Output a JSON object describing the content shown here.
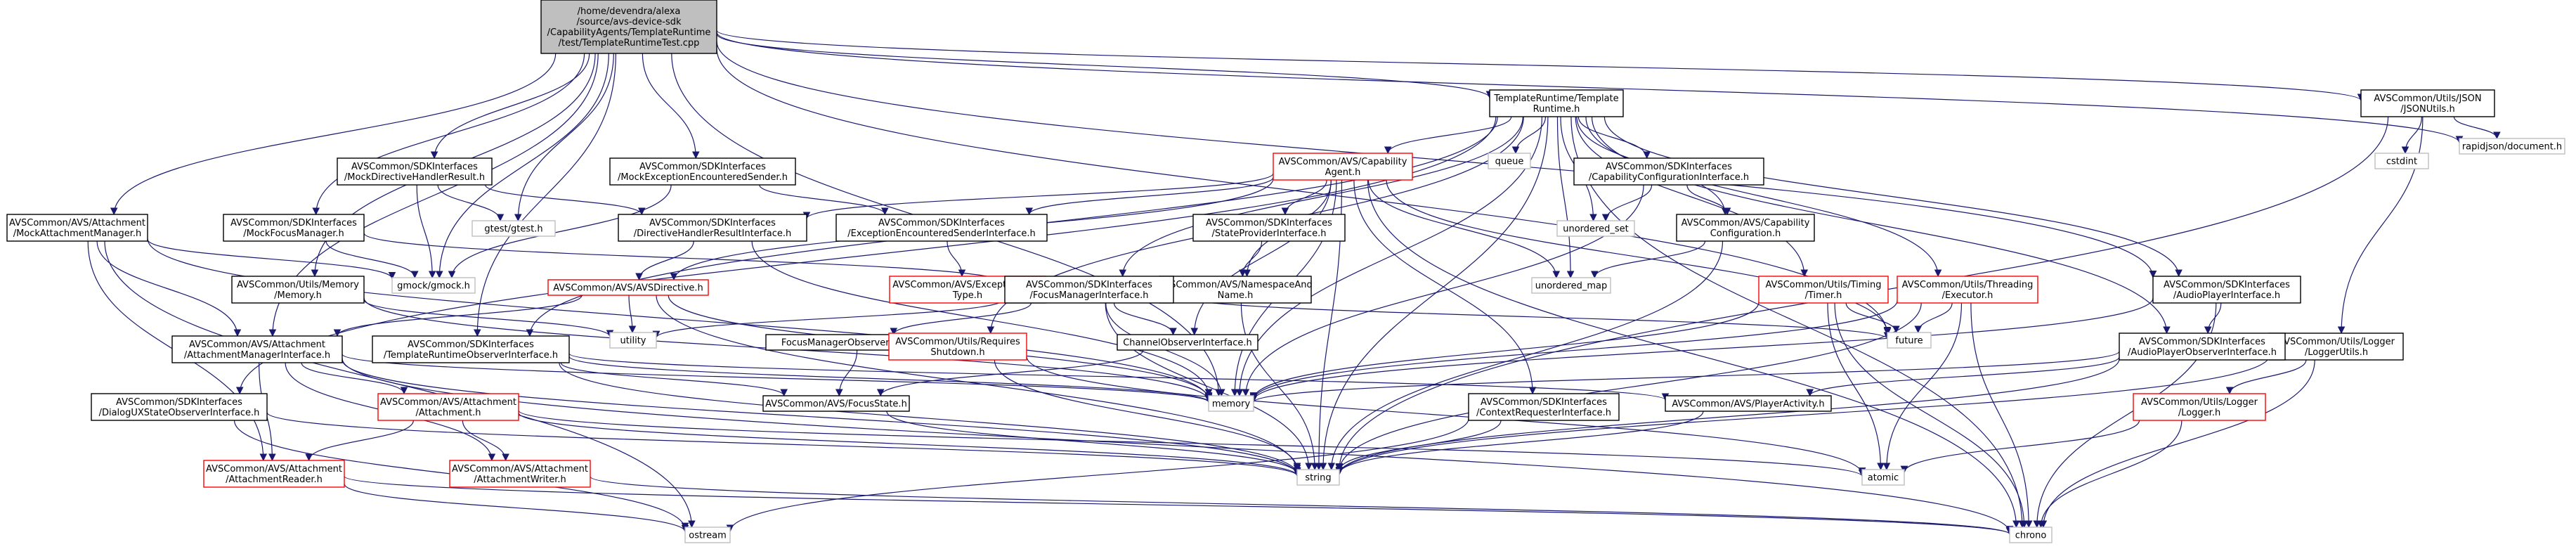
{
  "colors": {
    "edge": "#191970",
    "node_border_default": "#bfbfbf",
    "node_border_documented": "#000000",
    "node_border_incomplete": "#ff0000",
    "root_fill": "#bfbfbf",
    "node_fill": "#ffffff"
  },
  "nodes": [
    {
      "id": "root",
      "lines": [
        "/home/devendra/alexa",
        "/source/avs-device-sdk",
        "/CapabilityAgents/TemplateRuntime",
        "/test/TemplateRuntimeTest.cpp"
      ],
      "style": "root"
    },
    {
      "id": "templateRuntime",
      "lines": [
        "TemplateRuntime/Template",
        "Runtime.h"
      ],
      "style": "documented"
    },
    {
      "id": "jsonUtils",
      "lines": [
        "AVSCommon/Utils/JSON",
        "/JSONUtils.h"
      ],
      "style": "documented"
    },
    {
      "id": "rapidjson",
      "lines": [
        "rapidjson/document.h"
      ],
      "style": "plain"
    },
    {
      "id": "mockAttachmentManager",
      "lines": [
        "AVSCommon/AVS/Attachment",
        "/MockAttachmentManager.h"
      ],
      "style": "documented"
    },
    {
      "id": "mockDirectiveHandlerResult",
      "lines": [
        "AVSCommon/SDKInterfaces",
        "/MockDirectiveHandlerResult.h"
      ],
      "style": "documented"
    },
    {
      "id": "mockExceptionSender",
      "lines": [
        "AVSCommon/SDKInterfaces",
        "/MockExceptionEncounteredSender.h"
      ],
      "style": "documented"
    },
    {
      "id": "gtest",
      "lines": [
        "gtest/gtest.h"
      ],
      "style": "plain"
    },
    {
      "id": "queue",
      "lines": [
        "queue"
      ],
      "style": "plain"
    },
    {
      "id": "capabilityAgent",
      "lines": [
        "AVSCommon/AVS/Capability",
        "Agent.h"
      ],
      "style": "incomplete"
    },
    {
      "id": "capabilityConfigurationInterface",
      "lines": [
        "AVSCommon/SDKInterfaces",
        "/CapabilityConfigurationInterface.h"
      ],
      "style": "documented"
    },
    {
      "id": "cstdint",
      "lines": [
        "cstdint"
      ],
      "style": "plain"
    },
    {
      "id": "mockFocusManager",
      "lines": [
        "AVSCommon/SDKInterfaces",
        "/MockFocusManager.h"
      ],
      "style": "documented"
    },
    {
      "id": "directiveHandlerResultInterface",
      "lines": [
        "AVSCommon/SDKInterfaces",
        "/DirectiveHandlerResultInterface.h"
      ],
      "style": "documented"
    },
    {
      "id": "exceptionSenderInterface",
      "lines": [
        "AVSCommon/SDKInterfaces",
        "/ExceptionEncounteredSenderInterface.h"
      ],
      "style": "documented"
    },
    {
      "id": "stateProviderInterface",
      "lines": [
        "AVSCommon/SDKInterfaces",
        "/StateProviderInterface.h"
      ],
      "style": "documented"
    },
    {
      "id": "unorderedSet",
      "lines": [
        "unordered_set"
      ],
      "style": "plain"
    },
    {
      "id": "capabilityConfiguration",
      "lines": [
        "AVSCommon/AVS/Capability",
        "Configuration.h"
      ],
      "style": "documented"
    },
    {
      "id": "gmock",
      "lines": [
        "gmock/gmock.h"
      ],
      "style": "plain"
    },
    {
      "id": "namespaceAndName",
      "lines": [
        "AVSCommon/AVS/NamespaceAnd",
        "Name.h"
      ],
      "style": "documented"
    },
    {
      "id": "unorderedMap",
      "lines": [
        "unordered_map"
      ],
      "style": "plain"
    },
    {
      "id": "utilsMemory",
      "lines": [
        "AVSCommon/Utils/Memory",
        "/Memory.h"
      ],
      "style": "documented"
    },
    {
      "id": "avsDirective",
      "lines": [
        "AVSCommon/AVS/AVSDirective.h"
      ],
      "style": "incomplete"
    },
    {
      "id": "exceptionErrorType",
      "lines": [
        "AVSCommon/AVS/ExceptionError",
        "Type.h"
      ],
      "style": "incomplete"
    },
    {
      "id": "focusManagerInterface",
      "lines": [
        "AVSCommon/SDKInterfaces",
        "/FocusManagerInterface.h"
      ],
      "style": "documented"
    },
    {
      "id": "timer",
      "lines": [
        "AVSCommon/Utils/Timing",
        "/Timer.h"
      ],
      "style": "incomplete"
    },
    {
      "id": "executor",
      "lines": [
        "AVSCommon/Utils/Threading",
        "/Executor.h"
      ],
      "style": "incomplete"
    },
    {
      "id": "audioPlayerInterface",
      "lines": [
        "AVSCommon/SDKInterfaces",
        "/AudioPlayerInterface.h"
      ],
      "style": "documented"
    },
    {
      "id": "utility",
      "lines": [
        "utility"
      ],
      "style": "plain"
    },
    {
      "id": "future",
      "lines": [
        "future"
      ],
      "style": "plain"
    },
    {
      "id": "loggerUtils",
      "lines": [
        "AVSCommon/Utils/Logger",
        "/LoggerUtils.h"
      ],
      "style": "documented"
    },
    {
      "id": "attachmentManagerInterface",
      "lines": [
        "AVSCommon/AVS/Attachment",
        "/AttachmentManagerInterface.h"
      ],
      "style": "documented"
    },
    {
      "id": "templateRuntimeObserverInterface",
      "lines": [
        "AVSCommon/SDKInterfaces",
        "/TemplateRuntimeObserverInterface.h"
      ],
      "style": "documented"
    },
    {
      "id": "focusManagerObserverInterface",
      "lines": [
        "FocusManagerObserverInterface.h"
      ],
      "style": "documented"
    },
    {
      "id": "requiresShutdown",
      "lines": [
        "AVSCommon/Utils/Requires",
        "Shutdown.h"
      ],
      "style": "incomplete"
    },
    {
      "id": "channelObserverInterface",
      "lines": [
        "ChannelObserverInterface.h"
      ],
      "style": "documented"
    },
    {
      "id": "audioPlayerObserverInterface",
      "lines": [
        "AVSCommon/SDKInterfaces",
        "/AudioPlayerObserverInterface.h"
      ],
      "style": "documented"
    },
    {
      "id": "dialogUXStateObserverInterface",
      "lines": [
        "AVSCommon/SDKInterfaces",
        "/DialogUXStateObserverInterface.h"
      ],
      "style": "documented"
    },
    {
      "id": "attachment",
      "lines": [
        "AVSCommon/AVS/Attachment",
        "/Attachment.h"
      ],
      "style": "incomplete"
    },
    {
      "id": "memory",
      "lines": [
        "memory"
      ],
      "style": "plain"
    },
    {
      "id": "focusState",
      "lines": [
        "AVSCommon/AVS/FocusState.h"
      ],
      "style": "documented"
    },
    {
      "id": "contextRequesterInterface",
      "lines": [
        "AVSCommon/SDKInterfaces",
        "/ContextRequesterInterface.h"
      ],
      "style": "documented"
    },
    {
      "id": "playerActivity",
      "lines": [
        "AVSCommon/AVS/PlayerActivity.h"
      ],
      "style": "documented"
    },
    {
      "id": "logger",
      "lines": [
        "AVSCommon/Utils/Logger",
        "/Logger.h"
      ],
      "style": "incomplete"
    },
    {
      "id": "attachmentReader",
      "lines": [
        "AVSCommon/AVS/Attachment",
        "/AttachmentReader.h"
      ],
      "style": "incomplete"
    },
    {
      "id": "attachmentWriter",
      "lines": [
        "AVSCommon/AVS/Attachment",
        "/AttachmentWriter.h"
      ],
      "style": "incomplete"
    },
    {
      "id": "string",
      "lines": [
        "string"
      ],
      "style": "plain"
    },
    {
      "id": "atomic",
      "lines": [
        "atomic"
      ],
      "style": "plain"
    },
    {
      "id": "ostream",
      "lines": [
        "ostream"
      ],
      "style": "plain"
    },
    {
      "id": "chrono",
      "lines": [
        "chrono"
      ],
      "style": "plain"
    }
  ],
  "edges": [
    [
      "root",
      "templateRuntime"
    ],
    [
      "root",
      "jsonUtils"
    ],
    [
      "root",
      "rapidjson"
    ],
    [
      "root",
      "mockAttachmentManager"
    ],
    [
      "root",
      "mockDirectiveHandlerResult"
    ],
    [
      "root",
      "mockExceptionSender"
    ],
    [
      "root",
      "gtest"
    ],
    [
      "root",
      "mockFocusManager"
    ],
    [
      "root",
      "gmock"
    ],
    [
      "root",
      "utilsMemory"
    ],
    [
      "root",
      "templateRuntimeObserverInterface"
    ],
    [
      "root",
      "memory"
    ],
    [
      "root",
      "future"
    ],
    [
      "root",
      "audioPlayerInterface"
    ],
    [
      "root",
      "attachmentManagerInterface"
    ],
    [
      "templateRuntime",
      "capabilityAgent"
    ],
    [
      "templateRuntime",
      "queue"
    ],
    [
      "templateRuntime",
      "capabilityConfigurationInterface"
    ],
    [
      "templateRuntime",
      "unorderedSet"
    ],
    [
      "templateRuntime",
      "capabilityConfiguration"
    ],
    [
      "templateRuntime",
      "timer"
    ],
    [
      "templateRuntime",
      "executor"
    ],
    [
      "templateRuntime",
      "audioPlayerInterface"
    ],
    [
      "templateRuntime",
      "audioPlayerObserverInterface"
    ],
    [
      "templateRuntime",
      "dialogUXStateObserverInterface"
    ],
    [
      "templateRuntime",
      "focusManagerInterface"
    ],
    [
      "templateRuntime",
      "requiresShutdown"
    ],
    [
      "templateRuntime",
      "templateRuntimeObserverInterface"
    ],
    [
      "templateRuntime",
      "memory"
    ],
    [
      "templateRuntime",
      "string"
    ],
    [
      "templateRuntime",
      "chrono"
    ],
    [
      "templateRuntime",
      "unorderedMap"
    ],
    [
      "jsonUtils",
      "rapidjson"
    ],
    [
      "jsonUtils",
      "cstdint"
    ],
    [
      "jsonUtils",
      "loggerUtils"
    ],
    [
      "jsonUtils",
      "string"
    ],
    [
      "mockAttachmentManager",
      "attachmentManagerInterface"
    ],
    [
      "mockAttachmentManager",
      "gmock"
    ],
    [
      "mockAttachmentManager",
      "memory"
    ],
    [
      "mockAttachmentManager",
      "attachmentReader"
    ],
    [
      "mockAttachmentManager",
      "ostream"
    ],
    [
      "mockDirectiveHandlerResult",
      "gtest"
    ],
    [
      "mockDirectiveHandlerResult",
      "gmock"
    ],
    [
      "mockDirectiveHandlerResult",
      "directiveHandlerResultInterface"
    ],
    [
      "mockExceptionSender",
      "gmock"
    ],
    [
      "mockExceptionSender",
      "exceptionSenderInterface"
    ],
    [
      "mockFocusManager",
      "gmock"
    ],
    [
      "mockFocusManager",
      "focusManagerInterface"
    ],
    [
      "capabilityAgent",
      "directiveHandlerResultInterface"
    ],
    [
      "capabilityAgent",
      "exceptionSenderInterface"
    ],
    [
      "capabilityAgent",
      "stateProviderInterface"
    ],
    [
      "capabilityAgent",
      "namespaceAndName"
    ],
    [
      "capabilityAgent",
      "channelObserverInterface"
    ],
    [
      "capabilityAgent",
      "contextRequesterInterface"
    ],
    [
      "capabilityAgent",
      "memory"
    ],
    [
      "capabilityAgent",
      "string"
    ],
    [
      "capabilityAgent",
      "unorderedMap"
    ],
    [
      "capabilityAgent",
      "future"
    ],
    [
      "capabilityAgent",
      "chrono"
    ],
    [
      "capabilityAgent",
      "avsDirective"
    ],
    [
      "capabilityConfigurationInterface",
      "capabilityConfiguration"
    ],
    [
      "capabilityConfigurationInterface",
      "unorderedSet"
    ],
    [
      "capabilityConfigurationInterface",
      "memory"
    ],
    [
      "capabilityConfiguration",
      "unorderedMap"
    ],
    [
      "capabilityConfiguration",
      "string"
    ],
    [
      "directiveHandlerResultInterface",
      "avsDirective"
    ],
    [
      "directiveHandlerResultInterface",
      "memory"
    ],
    [
      "exceptionSenderInterface",
      "exceptionErrorType"
    ],
    [
      "stateProviderInterface",
      "namespaceAndName"
    ],
    [
      "namespaceAndName",
      "string"
    ],
    [
      "utilsMemory",
      "utility"
    ],
    [
      "utilsMemory",
      "memory"
    ],
    [
      "avsDirective",
      "attachmentManagerInterface"
    ],
    [
      "avsDirective",
      "utility"
    ],
    [
      "avsDirective",
      "memory"
    ],
    [
      "avsDirective",
      "string"
    ],
    [
      "focusManagerInterface",
      "focusManagerObserverInterface"
    ],
    [
      "focusManagerInterface",
      "channelObserverInterface"
    ],
    [
      "focusManagerInterface",
      "memory"
    ],
    [
      "focusManagerInterface",
      "string"
    ],
    [
      "focusManagerInterface",
      "future"
    ],
    [
      "focusManagerInterface",
      "utility"
    ],
    [
      "timer",
      "future"
    ],
    [
      "timer",
      "memory"
    ],
    [
      "timer",
      "atomic"
    ],
    [
      "timer",
      "chrono"
    ],
    [
      "executor",
      "future"
    ],
    [
      "executor",
      "memory"
    ],
    [
      "executor",
      "atomic"
    ],
    [
      "executor",
      "chrono"
    ],
    [
      "executor",
      "string"
    ],
    [
      "audioPlayerInterface",
      "audioPlayerObserverInterface"
    ],
    [
      "audioPlayerInterface",
      "memory"
    ],
    [
      "audioPlayerInterface",
      "chrono"
    ],
    [
      "loggerUtils",
      "logger"
    ],
    [
      "loggerUtils",
      "chrono"
    ],
    [
      "loggerUtils",
      "string"
    ],
    [
      "attachmentManagerInterface",
      "attachment"
    ],
    [
      "attachmentManagerInterface",
      "attachmentReader"
    ],
    [
      "attachmentManagerInterface",
      "attachmentWriter"
    ],
    [
      "attachmentManagerInterface",
      "memory"
    ],
    [
      "attachmentManagerInterface",
      "string"
    ],
    [
      "attachmentManagerInterface",
      "chrono"
    ],
    [
      "templateRuntimeObserverInterface",
      "focusState"
    ],
    [
      "templateRuntimeObserverInterface",
      "playerActivity"
    ],
    [
      "templateRuntimeObserverInterface",
      "memory"
    ],
    [
      "templateRuntimeObserverInterface",
      "string"
    ],
    [
      "focusManagerObserverInterface",
      "focusState"
    ],
    [
      "requiresShutdown",
      "string"
    ],
    [
      "requiresShutdown",
      "atomic"
    ],
    [
      "channelObserverInterface",
      "focusState"
    ],
    [
      "audioPlayerObserverInterface",
      "playerActivity"
    ],
    [
      "audioPlayerObserverInterface",
      "string"
    ],
    [
      "audioPlayerObserverInterface",
      "memory"
    ],
    [
      "dialogUXStateObserverInterface",
      "string"
    ],
    [
      "dialogUXStateObserverInterface",
      "ostream"
    ],
    [
      "attachment",
      "attachmentReader"
    ],
    [
      "attachment",
      "attachmentWriter"
    ],
    [
      "attachment",
      "atomic"
    ],
    [
      "attachment",
      "string"
    ],
    [
      "focusState",
      "string"
    ],
    [
      "contextRequesterInterface",
      "ostream"
    ],
    [
      "contextRequesterInterface",
      "string"
    ],
    [
      "playerActivity",
      "string"
    ],
    [
      "logger",
      "atomic"
    ],
    [
      "logger",
      "chrono"
    ],
    [
      "attachmentReader",
      "chrono"
    ],
    [
      "attachmentReader",
      "ostream"
    ],
    [
      "attachmentWriter",
      "chrono"
    ]
  ]
}
